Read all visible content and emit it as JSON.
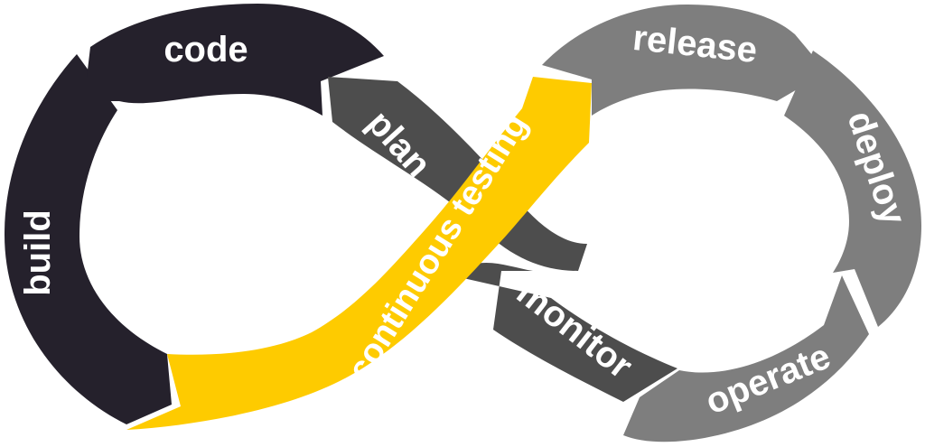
{
  "diagram": {
    "colors": {
      "dark": "#25212c",
      "mid_dark": "#4d4d4d",
      "grey": "#7e7e7e",
      "accent": "#fecb00",
      "text": "#ffffff"
    },
    "labels": {
      "code": "code",
      "build": "build",
      "plan": "plan",
      "continuous_testing": "continuous testing",
      "release": "release",
      "deploy": "deploy",
      "operate": "operate",
      "monitor": "monitor"
    }
  }
}
